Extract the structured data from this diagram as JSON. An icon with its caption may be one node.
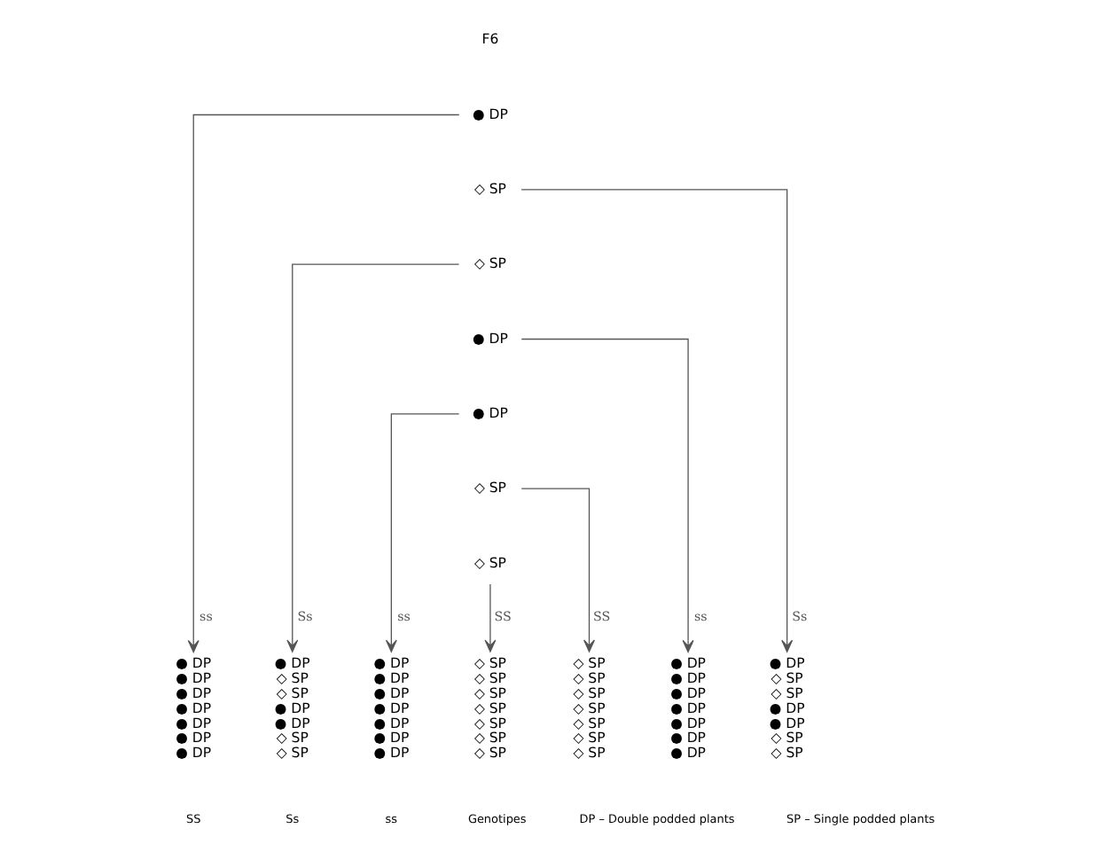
{
  "diagram": {
    "nodes": [
      {
        "text": [
          "F6"
        ]
      },
      {
        "text": [
          "● DP"
        ]
      },
      {
        "text": [
          "◇ SP"
        ]
      },
      {
        "text": [
          "◇ SP"
        ]
      },
      {
        "text": [
          "● DP"
        ]
      },
      {
        "text": [
          "● DP"
        ]
      },
      {
        "text": [
          "◇ SP"
        ]
      },
      {
        "text": [
          "◇ SP"
        ]
      },
      {
        "text": [
          "● DP",
          "● DP",
          "● DP",
          "● DP",
          "● DP",
          "● DP",
          "● DP"
        ]
      },
      {
        "text": [
          "● DP",
          "◇ SP",
          "◇ SP",
          "● DP",
          "● DP",
          "◇ SP",
          "◇ SP"
        ]
      },
      {
        "text": [
          "● DP",
          "● DP",
          "● DP",
          "● DP",
          "● DP",
          "● DP",
          "● DP"
        ]
      },
      {
        "text": [
          "◇ SP",
          "◇ SP",
          "◇ SP",
          "◇ SP",
          "◇ SP",
          "◇ SP",
          "◇ SP"
        ]
      },
      {
        "text": [
          "◇ SP",
          "◇ SP",
          "◇ SP",
          "◇ SP",
          "◇ SP",
          "◇ SP",
          "◇ SP"
        ]
      },
      {
        "text": [
          "● DP",
          "● DP",
          "● DP",
          "● DP",
          "● DP",
          "● DP",
          "● DP"
        ]
      },
      {
        "text": [
          "● DP",
          "◇ SP",
          "◇ SP",
          "● DP",
          "● DP",
          "◇ SP",
          "◇ SP"
        ]
      }
    ],
    "edges": [
      {
        "from": 1,
        "to": 8,
        "arrow": "to",
        "label": "ss"
      },
      {
        "from": 2,
        "to": 14,
        "arrow": "to",
        "label": "Ss"
      },
      {
        "from": 3,
        "to": 9,
        "arrow": "to",
        "label": "Ss"
      },
      {
        "from": 4,
        "to": 13,
        "arrow": "to",
        "label": "ss"
      },
      {
        "from": 5,
        "to": 10,
        "arrow": "to",
        "label": "ss"
      },
      {
        "from": 6,
        "to": 12,
        "arrow": "to",
        "label": "SS"
      },
      {
        "from": 7,
        "to": 11,
        "arrow": "to",
        "label": "SS"
      }
    ],
    "labels": [
      "SS",
      "Ss",
      "ss",
      "Genotipes",
      "DP – Double podded plants",
      "SP – Single podded plants"
    ]
  }
}
